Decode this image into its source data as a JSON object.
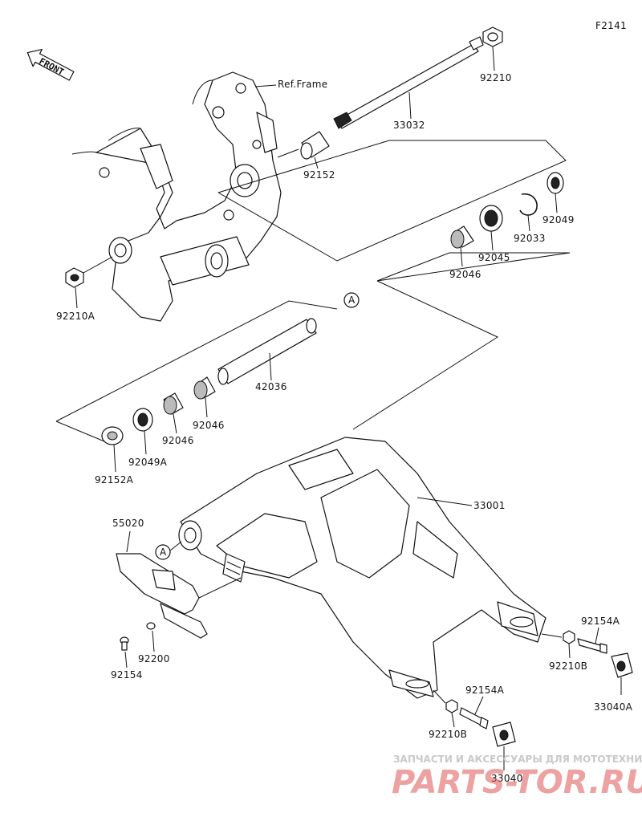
{
  "diagram_code": "F2141",
  "front_label": "FRONT",
  "ref_frame_label": "Ref.Frame",
  "callout_letter": "A",
  "parts": {
    "p92210": "92210",
    "p33032": "33032",
    "p92152": "92152",
    "p92049": "92049",
    "p92033": "92033",
    "p92045": "92045",
    "p92046_top": "92046",
    "p92210A": "92210A",
    "p42036": "42036",
    "p92046_a": "92046",
    "p92046_b": "92046",
    "p92049A": "92049A",
    "p92152A": "92152A",
    "p55020": "55020",
    "p33001": "33001",
    "p92154A_r": "92154A",
    "p92210B_r": "92210B",
    "p33040A": "33040A",
    "p92200": "92200",
    "p92154": "92154",
    "p92154A_b": "92154A",
    "p92210B_b": "92210B",
    "p33040": "33040"
  },
  "watermark": {
    "caption": "ЗАПЧАСТИ И АКСЕССУАРЫ ДЛЯ МОТОТЕХНИКИ",
    "logo_text": "PARTS-TOR.RU"
  }
}
